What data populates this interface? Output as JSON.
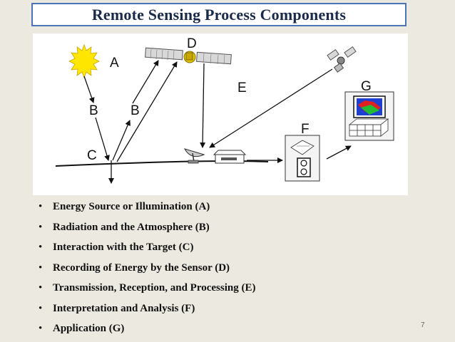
{
  "slide": {
    "title": "Remote Sensing Process Components",
    "page_number": "7"
  },
  "diagram": {
    "labels": {
      "a": "A",
      "b1": "B",
      "b2": "B",
      "c": "C",
      "d": "D",
      "e": "E",
      "f": "F",
      "g": "G"
    },
    "colors": {
      "sun": "#ffe600",
      "satellite_panel": "#d8d8d8",
      "display_red": "#e02020",
      "display_green": "#22bb33",
      "display_blue": "#1f3fd0"
    }
  },
  "bullets": [
    "Energy Source or Illumination (A)",
    "Radiation and the Atmosphere (B)",
    "Interaction with the Target (C)",
    "Recording of Energy by the Sensor (D)",
    "Transmission, Reception, and Processing (E)",
    "Interpretation and Analysis (F)",
    "Application (G)"
  ],
  "bullet_glyph": "•"
}
